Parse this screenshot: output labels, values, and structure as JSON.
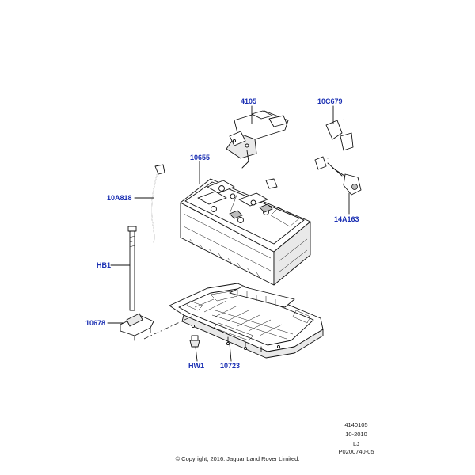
{
  "callouts": {
    "c4105": "4105",
    "c10c679": "10C679",
    "c10655": "10655",
    "c10a818": "10A818",
    "c14a163": "14A163",
    "chb1": "HB1",
    "c10678": "10678",
    "chw1": "HW1",
    "c10723": "10723"
  },
  "meta": {
    "number": "4140105",
    "date": "10-2010",
    "initials": "LJ",
    "code": "P0200740-05"
  },
  "copyright": "© Copyright, 2016. Jaguar Land Rover Limited.",
  "colors": {
    "callout": "#1a2fb3",
    "line": "#111111"
  }
}
